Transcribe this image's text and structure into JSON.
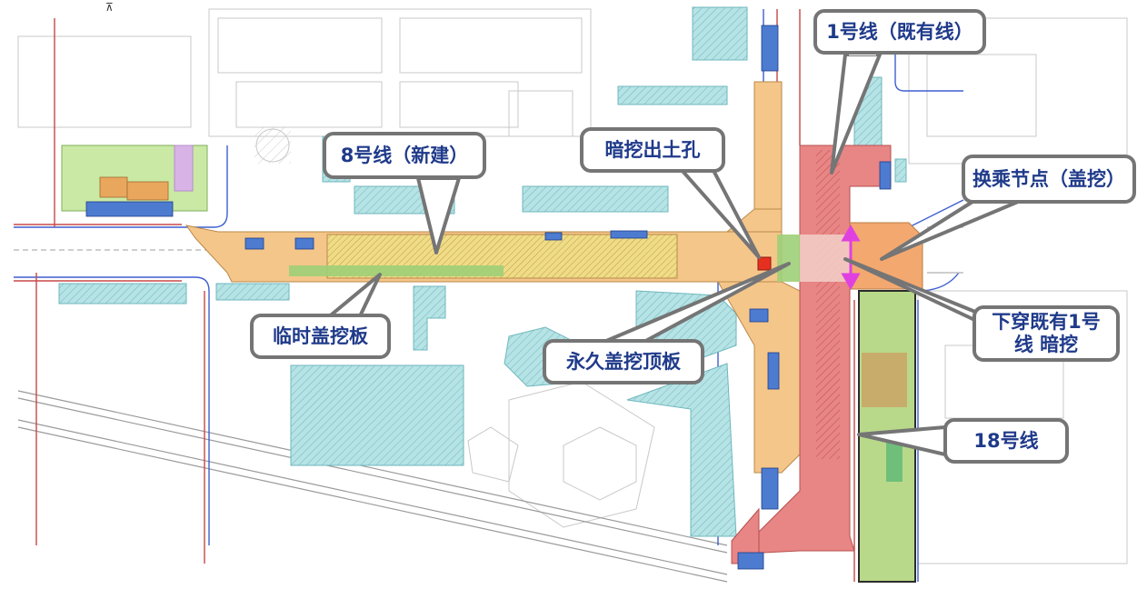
{
  "map": {
    "callouts": {
      "line1_existing": "1号线（既有线）",
      "line8_new": "8号线（新建）",
      "mining_shaft": "暗挖出土孔",
      "transfer_node": "换乘节点（盖挖）",
      "temp_cover_slab": "临时盖挖板",
      "permanent_roof_slab": "永久盖挖顶板",
      "undercross_line1": "下穿既有1号\n线 暗挖",
      "line18": "18号线"
    },
    "colors": {
      "line8_station": "#f5c68a",
      "line8_hatch": "#eedc88",
      "line1_station": "#e88585",
      "line18_station": "#b9d98a",
      "transfer_zone": "#f3a870",
      "temp_slab": "#9fcf78",
      "building_fill": "#b6e3e5",
      "green_area": "#c9e9a4",
      "purple_block": "#d8b4e6",
      "shaft_red": "#e53020",
      "arrow_magenta": "#e040e0",
      "road_blue": "#3d5fd0",
      "road_red": "#c84848",
      "callout_text": "#1f3a8a",
      "callout_border": "#757575"
    }
  }
}
